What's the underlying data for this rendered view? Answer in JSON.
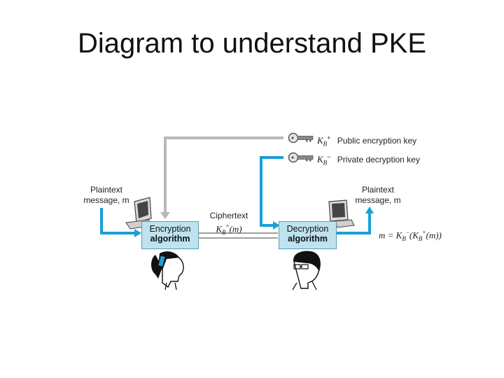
{
  "slide": {
    "title": "Diagram to understand PKE"
  },
  "keys": {
    "public_symbol": "K",
    "public_sub": "B",
    "public_sup": "+",
    "public_label": "Public encryption key",
    "private_symbol": "K",
    "private_sub": "B",
    "private_sup": "−",
    "private_label": "Private decryption key"
  },
  "sender": {
    "line1": "Plaintext",
    "line2": "message, m"
  },
  "receiver": {
    "line1": "Plaintext",
    "line2": "message, m"
  },
  "encryption": {
    "line1": "Encryption",
    "line2": "algorithm"
  },
  "decryption": {
    "line1": "Decryption",
    "line2": "algorithm"
  },
  "ciphertext": {
    "label": "Ciphertext",
    "formula": "K_B^+(m)"
  },
  "result": {
    "formula": "m = K_B^−(K_B^+(m))"
  },
  "colors": {
    "flow": "#1a9fd6",
    "key_line": "#b8b8b8",
    "box_fill": "#bfe2ef"
  }
}
